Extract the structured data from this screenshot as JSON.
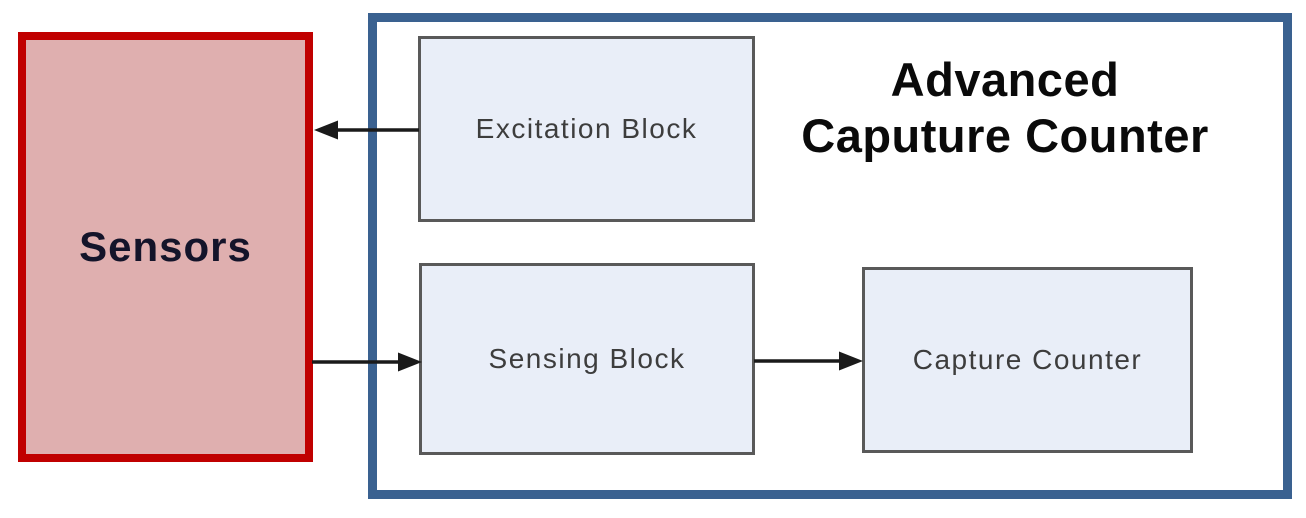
{
  "diagram": {
    "sensors": {
      "label": "Sensors"
    },
    "container": {
      "title": "Advanced Caputure Counter",
      "title_lines": [
        "Advanced",
        "Caputure Counter"
      ],
      "blocks": {
        "excitation": {
          "label": "Excitation Block"
        },
        "sensing": {
          "label": "Sensing Block"
        },
        "capture": {
          "label": "Capture Counter"
        }
      }
    },
    "connections": [
      {
        "from": "Excitation Block",
        "to": "Sensors",
        "direction": "left"
      },
      {
        "from": "Sensors",
        "to": "Sensing Block",
        "direction": "right"
      },
      {
        "from": "Sensing Block",
        "to": "Capture Counter",
        "direction": "right"
      }
    ],
    "colors": {
      "sensors_fill": "#DFAFAF",
      "sensors_border": "#C00000",
      "container_border": "#3A6190",
      "block_fill": "#E9EEF8",
      "block_border": "#595959",
      "arrow": "#1A1A1A",
      "title_text": "#0A0A0A",
      "block_text": "#3D3D3D",
      "sensors_text": "#14142A"
    }
  }
}
